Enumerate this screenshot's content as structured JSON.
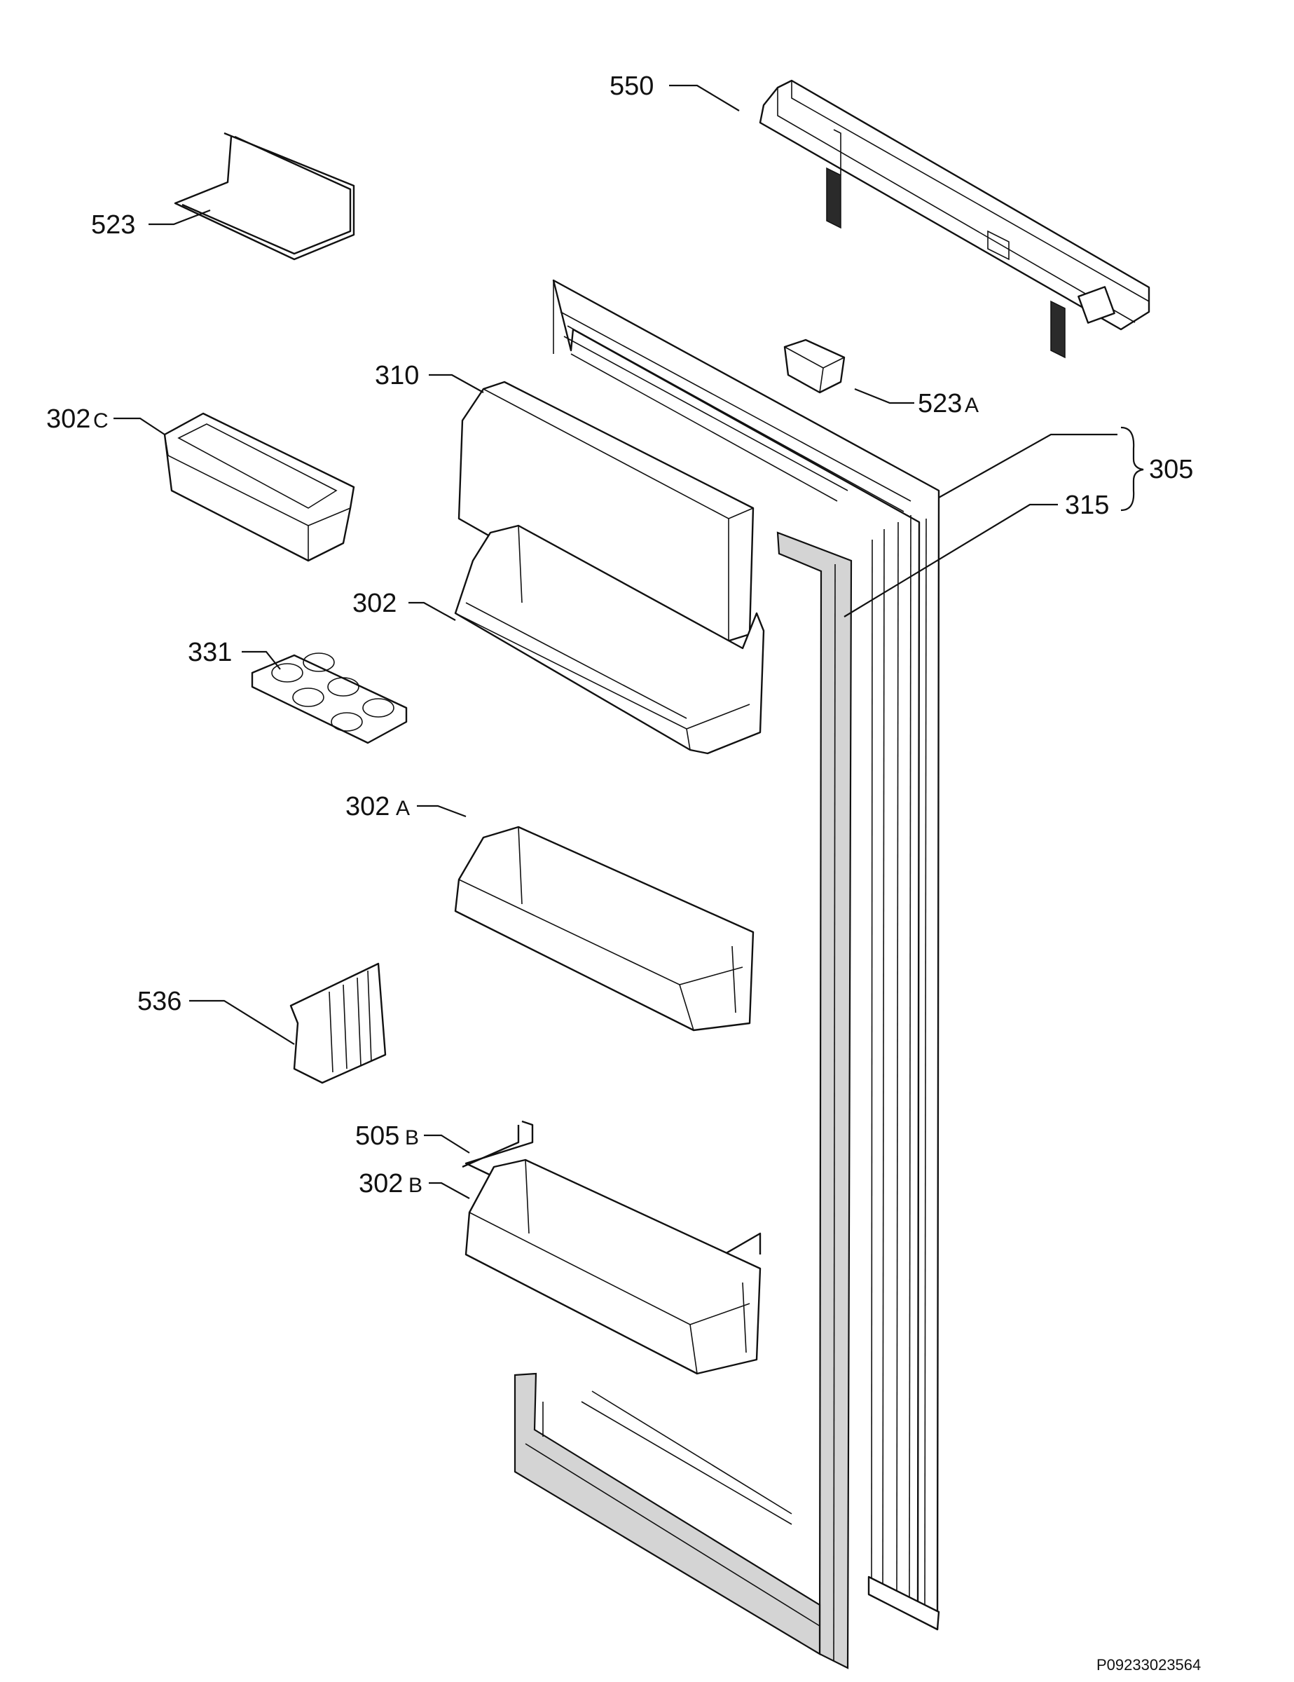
{
  "labels": {
    "p550": "550",
    "p523": "523",
    "p523a_num": "523",
    "p523a_sfx": "A",
    "p310": "310",
    "p302c_num": "302",
    "p302c_sfx": "C",
    "p305": "305",
    "p315": "315",
    "p302": "302",
    "p331": "331",
    "p302a_num": "302",
    "p302a_sfx": "A",
    "p536": "536",
    "p505b_num": "505",
    "p505b_sfx": "B",
    "p302b_num": "302",
    "p302b_sfx": "B"
  },
  "document_code": "P09233023564"
}
